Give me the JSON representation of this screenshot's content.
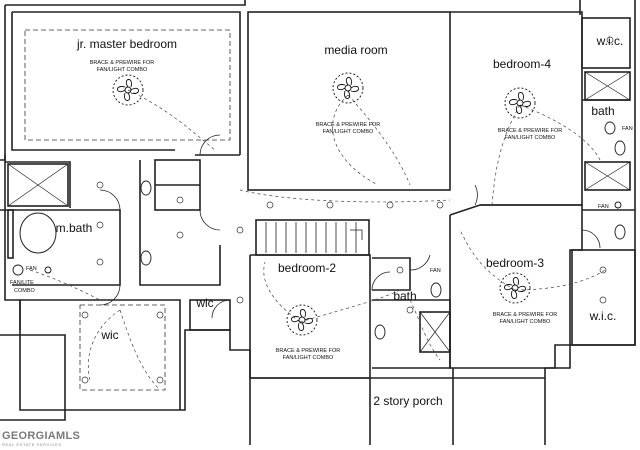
{
  "rooms": {
    "jr_master": "jr. master bedroom",
    "media": "media room",
    "bedroom4": "bedroom-4",
    "wic_top": "w.i.c.",
    "bath_right": "bath",
    "mbath": "m.bath",
    "bedroom2": "bedroom-2",
    "bath_mid": "bath",
    "bedroom3": "bedroom-3",
    "wic_left": "wic",
    "wic_small": "wic",
    "wic_right": "w.i.c.",
    "porch": "2 story porch"
  },
  "notes": {
    "brace1": "BRACE & PREWIRE FOR",
    "brace2": "FAN/LIGHT COMBO",
    "fan": "FAN",
    "fanlite1": "FAN/LITE",
    "fanlite2": "COMBO"
  },
  "watermark": {
    "brand": "GEORGIAMLS",
    "sub": "REAL ESTATE SERVICES"
  }
}
